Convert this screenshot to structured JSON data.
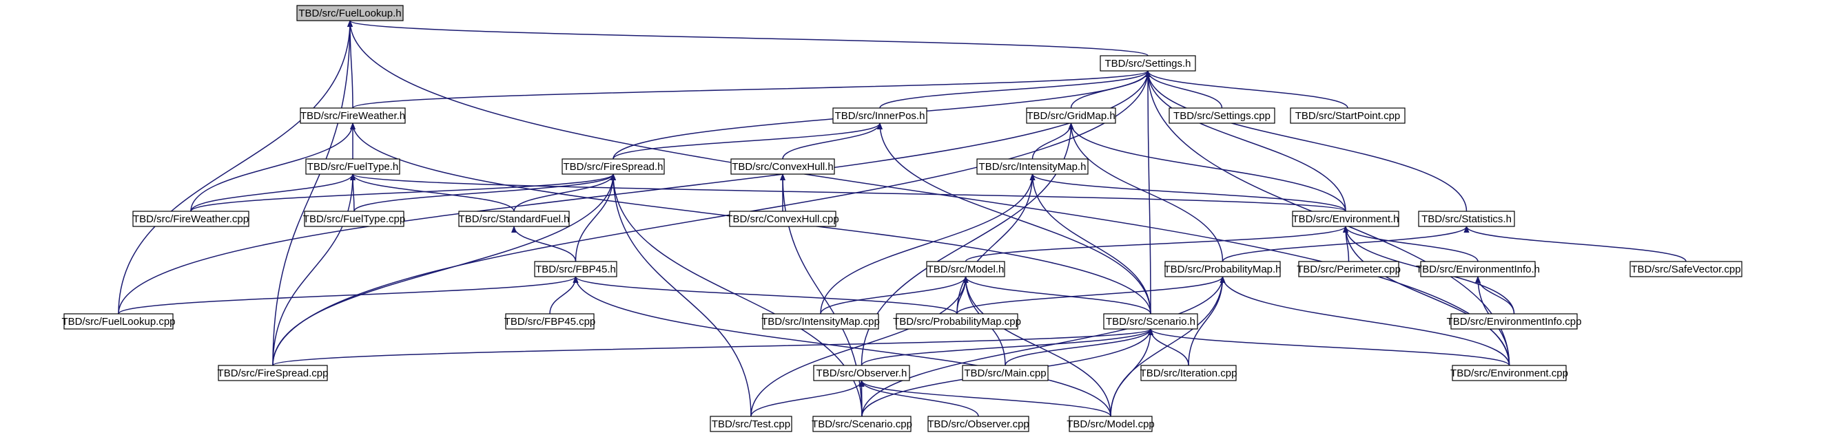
{
  "diagram": {
    "edge_color": "#191970",
    "root_fill": "#bfbfbf",
    "node_fill": "#ffffff",
    "nodes": [
      {
        "id": "fuellookup_h",
        "label": "TBD/src/FuelLookup.h",
        "root": true
      },
      {
        "id": "settings_h",
        "label": "TBD/src/Settings.h"
      },
      {
        "id": "fireweather_h",
        "label": "TBD/src/FireWeather.h"
      },
      {
        "id": "innerpos_h",
        "label": "TBD/src/InnerPos.h"
      },
      {
        "id": "gridmap_h",
        "label": "TBD/src/GridMap.h"
      },
      {
        "id": "settings_cpp",
        "label": "TBD/src/Settings.cpp"
      },
      {
        "id": "startpoint_cpp",
        "label": "TBD/src/StartPoint.cpp"
      },
      {
        "id": "fueltype_h",
        "label": "TBD/src/FuelType.h"
      },
      {
        "id": "firespread_h",
        "label": "TBD/src/FireSpread.h"
      },
      {
        "id": "convexhull_h",
        "label": "TBD/src/ConvexHull.h"
      },
      {
        "id": "intensitymap_h",
        "label": "TBD/src/IntensityMap.h"
      },
      {
        "id": "fireweather_cpp",
        "label": "TBD/src/FireWeather.cpp"
      },
      {
        "id": "fueltype_cpp",
        "label": "TBD/src/FuelType.cpp"
      },
      {
        "id": "standardfuel_h",
        "label": "TBD/src/StandardFuel.h"
      },
      {
        "id": "convexhull_cpp",
        "label": "TBD/src/ConvexHull.cpp"
      },
      {
        "id": "environment_h",
        "label": "TBD/src/Environment.h"
      },
      {
        "id": "statistics_h",
        "label": "TBD/src/Statistics.h"
      },
      {
        "id": "fbp45_h",
        "label": "TBD/src/FBP45.h"
      },
      {
        "id": "model_h",
        "label": "TBD/src/Model.h"
      },
      {
        "id": "probabilitymap_h",
        "label": "TBD/src/ProbabilityMap.h"
      },
      {
        "id": "perimeter_cpp",
        "label": "TBD/src/Perimeter.cpp"
      },
      {
        "id": "environmentinfo_h",
        "label": "TBD/src/EnvironmentInfo.h"
      },
      {
        "id": "safevector_cpp",
        "label": "TBD/src/SafeVector.cpp"
      },
      {
        "id": "fuellookup_cpp",
        "label": "TBD/src/FuelLookup.cpp"
      },
      {
        "id": "fbp45_cpp",
        "label": "TBD/src/FBP45.cpp"
      },
      {
        "id": "intensitymap_cpp",
        "label": "TBD/src/IntensityMap.cpp"
      },
      {
        "id": "probabilitymap_cpp",
        "label": "TBD/src/ProbabilityMap.cpp"
      },
      {
        "id": "scenario_h",
        "label": "TBD/src/Scenario.h"
      },
      {
        "id": "environmentinfo_cpp",
        "label": "TBD/src/EnvironmentInfo.cpp"
      },
      {
        "id": "firespread_cpp",
        "label": "TBD/src/FireSpread.cpp"
      },
      {
        "id": "observer_h",
        "label": "TBD/src/Observer.h"
      },
      {
        "id": "main_cpp",
        "label": "TBD/src/Main.cpp"
      },
      {
        "id": "iteration_cpp",
        "label": "TBD/src/Iteration.cpp"
      },
      {
        "id": "environment_cpp",
        "label": "TBD/src/Environment.cpp"
      },
      {
        "id": "test_cpp",
        "label": "TBD/src/Test.cpp"
      },
      {
        "id": "scenario_cpp",
        "label": "TBD/src/Scenario.cpp"
      },
      {
        "id": "observer_cpp",
        "label": "TBD/src/Observer.cpp"
      },
      {
        "id": "model_cpp",
        "label": "TBD/src/Model.cpp"
      }
    ],
    "edges": [
      [
        "fuellookup_h",
        "settings_h"
      ],
      [
        "fuellookup_h",
        "fireweather_h"
      ],
      [
        "fuellookup_h",
        "fuellookup_cpp"
      ],
      [
        "fuellookup_h",
        "firespread_cpp"
      ],
      [
        "fuellookup_h",
        "environment_cpp"
      ],
      [
        "settings_h",
        "fireweather_h"
      ],
      [
        "settings_h",
        "innerpos_h"
      ],
      [
        "settings_h",
        "gridmap_h"
      ],
      [
        "settings_h",
        "settings_cpp"
      ],
      [
        "settings_h",
        "startpoint_cpp"
      ],
      [
        "settings_h",
        "firespread_h"
      ],
      [
        "settings_h",
        "environment_h"
      ],
      [
        "settings_h",
        "statistics_h"
      ],
      [
        "settings_h",
        "scenario_h"
      ],
      [
        "settings_h",
        "fuellookup_cpp"
      ],
      [
        "settings_h",
        "firespread_cpp"
      ],
      [
        "settings_h",
        "environment_cpp"
      ],
      [
        "fireweather_h",
        "fueltype_h"
      ],
      [
        "fireweather_h",
        "fireweather_cpp"
      ],
      [
        "fireweather_h",
        "scenario_h"
      ],
      [
        "innerpos_h",
        "firespread_h"
      ],
      [
        "innerpos_h",
        "convexhull_h"
      ],
      [
        "innerpos_h",
        "scenario_h"
      ],
      [
        "gridmap_h",
        "intensitymap_h"
      ],
      [
        "gridmap_h",
        "environment_h"
      ],
      [
        "gridmap_h",
        "probabilitymap_h"
      ],
      [
        "gridmap_h",
        "observer_h"
      ],
      [
        "fueltype_h",
        "fireweather_cpp"
      ],
      [
        "fueltype_h",
        "fueltype_cpp"
      ],
      [
        "fueltype_h",
        "standardfuel_h"
      ],
      [
        "fueltype_h",
        "environment_h"
      ],
      [
        "fueltype_h",
        "firespread_cpp"
      ],
      [
        "firespread_h",
        "fireweather_cpp"
      ],
      [
        "firespread_h",
        "fueltype_cpp"
      ],
      [
        "firespread_h",
        "standardfuel_h"
      ],
      [
        "firespread_h",
        "fbp45_h"
      ],
      [
        "firespread_h",
        "firespread_cpp"
      ],
      [
        "firespread_h",
        "test_cpp"
      ],
      [
        "firespread_h",
        "scenario_cpp"
      ],
      [
        "convexhull_h",
        "convexhull_cpp"
      ],
      [
        "convexhull_h",
        "scenario_cpp"
      ],
      [
        "intensitymap_h",
        "environment_h"
      ],
      [
        "intensitymap_h",
        "intensitymap_cpp"
      ],
      [
        "intensitymap_h",
        "probabilitymap_cpp"
      ],
      [
        "intensitymap_h",
        "scenario_h"
      ],
      [
        "standardfuel_h",
        "fbp45_h"
      ],
      [
        "environment_h",
        "model_h"
      ],
      [
        "environment_h",
        "perimeter_cpp"
      ],
      [
        "environment_h",
        "environmentinfo_h"
      ],
      [
        "environment_h",
        "environmentinfo_cpp"
      ],
      [
        "environment_h",
        "environment_cpp"
      ],
      [
        "statistics_h",
        "probabilitymap_h"
      ],
      [
        "statistics_h",
        "safevector_cpp"
      ],
      [
        "fbp45_h",
        "fuellookup_cpp"
      ],
      [
        "fbp45_h",
        "fbp45_cpp"
      ],
      [
        "fbp45_h",
        "probabilitymap_cpp"
      ],
      [
        "fbp45_h",
        "model_cpp"
      ],
      [
        "model_h",
        "intensitymap_cpp"
      ],
      [
        "model_h",
        "probabilitymap_cpp"
      ],
      [
        "model_h",
        "scenario_h"
      ],
      [
        "model_h",
        "main_cpp"
      ],
      [
        "model_h",
        "test_cpp"
      ],
      [
        "model_h",
        "model_cpp"
      ],
      [
        "probabilitymap_h",
        "probabilitymap_cpp"
      ],
      [
        "probabilitymap_h",
        "iteration_cpp"
      ],
      [
        "probabilitymap_h",
        "environment_cpp"
      ],
      [
        "probabilitymap_h",
        "model_cpp"
      ],
      [
        "probabilitymap_h",
        "scenario_cpp"
      ],
      [
        "environmentinfo_h",
        "environmentinfo_cpp"
      ],
      [
        "environmentinfo_h",
        "environment_cpp"
      ],
      [
        "scenario_h",
        "firespread_cpp"
      ],
      [
        "scenario_h",
        "observer_h"
      ],
      [
        "scenario_h",
        "main_cpp"
      ],
      [
        "scenario_h",
        "iteration_cpp"
      ],
      [
        "scenario_h",
        "environment_cpp"
      ],
      [
        "scenario_h",
        "scenario_cpp"
      ],
      [
        "scenario_h",
        "model_cpp"
      ],
      [
        "observer_h",
        "test_cpp"
      ],
      [
        "observer_h",
        "scenario_cpp"
      ],
      [
        "observer_h",
        "observer_cpp"
      ],
      [
        "observer_h",
        "model_cpp"
      ]
    ]
  }
}
